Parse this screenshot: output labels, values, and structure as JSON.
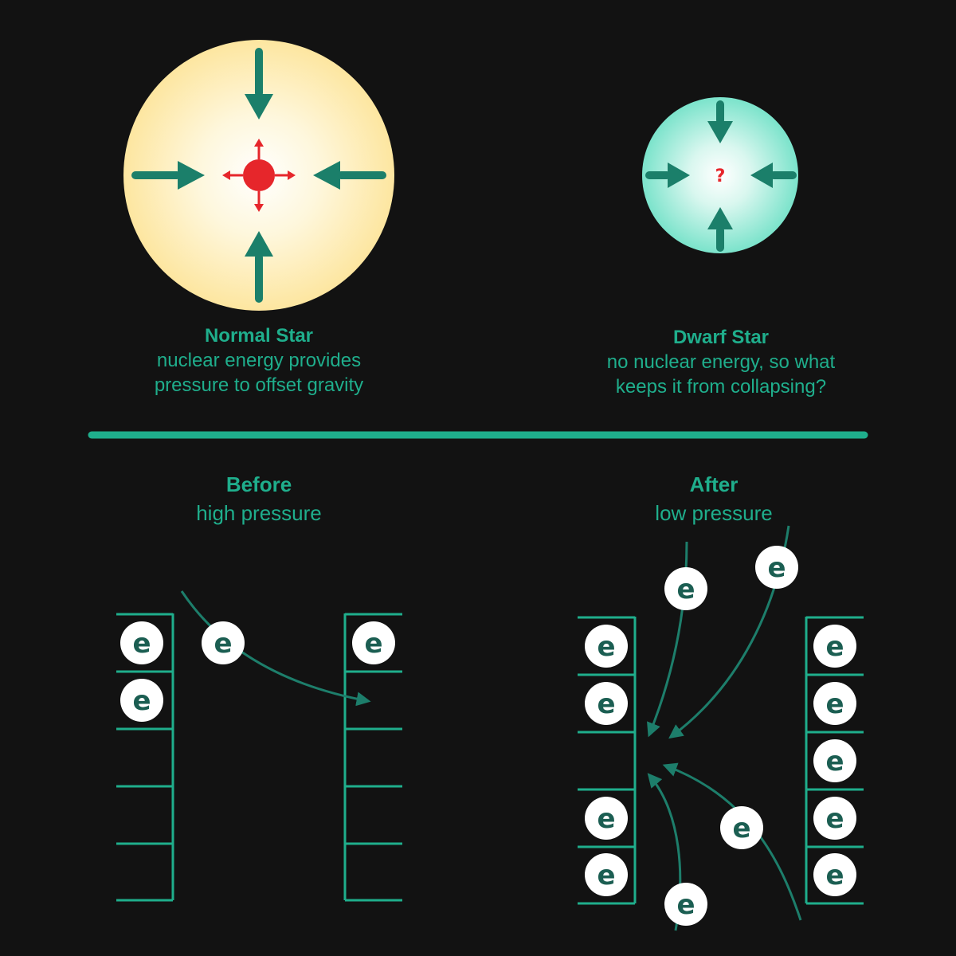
{
  "colors": {
    "background": "#121212",
    "teal": "#1fae8c",
    "dark_teal": "#1b6f5f",
    "arrow_teal": "#1d7e6b",
    "star_yellow": "#fde9a5",
    "dwarf_teal": "#7ee6cf",
    "core_red": "#e6262b",
    "electron_fill": "#ffffff",
    "electron_text": "#1b5e52"
  },
  "normal_star": {
    "title": "Normal Star",
    "desc_line1": "nuclear energy provides",
    "desc_line2": "pressure to offset gravity"
  },
  "dwarf_star": {
    "title": "Dwarf Star",
    "desc_line1": "no nuclear energy, so what",
    "desc_line2": "keeps it from collapsing?",
    "core_symbol": "?"
  },
  "before": {
    "title": "Before",
    "subtitle": "high pressure"
  },
  "after": {
    "title": "After",
    "subtitle": "low pressure"
  },
  "electron_symbol": "e"
}
